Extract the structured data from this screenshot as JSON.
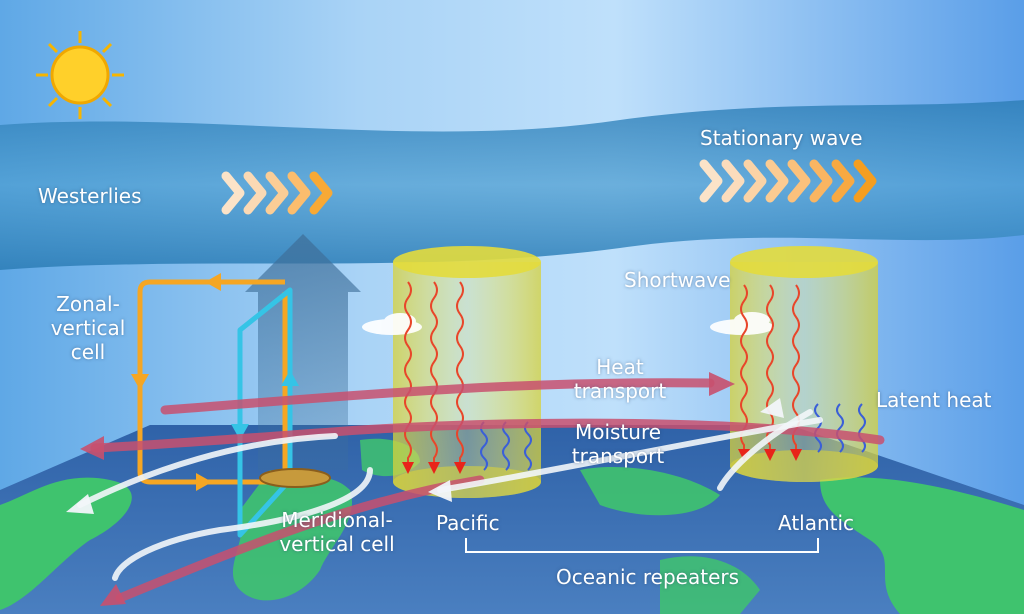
{
  "labels": {
    "westerlies": "Westerlies",
    "stationary_wave": "Stationary wave",
    "shortwave": "Shortwave",
    "zonal_cell": [
      "Zonal-",
      "vertical",
      "cell"
    ],
    "heat_transport": [
      "Heat",
      "transport"
    ],
    "moisture_transport": [
      "Moisture",
      "transport"
    ],
    "latent_heat": "Latent heat",
    "meridional_cell": [
      "Meridional-",
      "vertical cell"
    ],
    "pacific": "Pacific",
    "atlantic": "Atlantic",
    "oceanic_repeaters": "Oceanic repeaters"
  },
  "colors": {
    "sky_top": "#4f9be4",
    "sky_light": "#cfe6fb",
    "jet_band": "#3f8fc6",
    "ocean": "#3f73b7",
    "land": "#3fc36e",
    "cylinder": "#e8e04a",
    "zonal_cell": "#f5a623",
    "meridional_cell": "#35c4e6",
    "heat_arrow": "#c8506e",
    "moisture_arrow": "#f2f6fa",
    "shortwave": "#e8462a",
    "latent": "#3a5fd8",
    "sun": "#ffd02a"
  },
  "icons": [
    "sun-icon",
    "cloud-icon",
    "chevron-arrow-icon"
  ]
}
